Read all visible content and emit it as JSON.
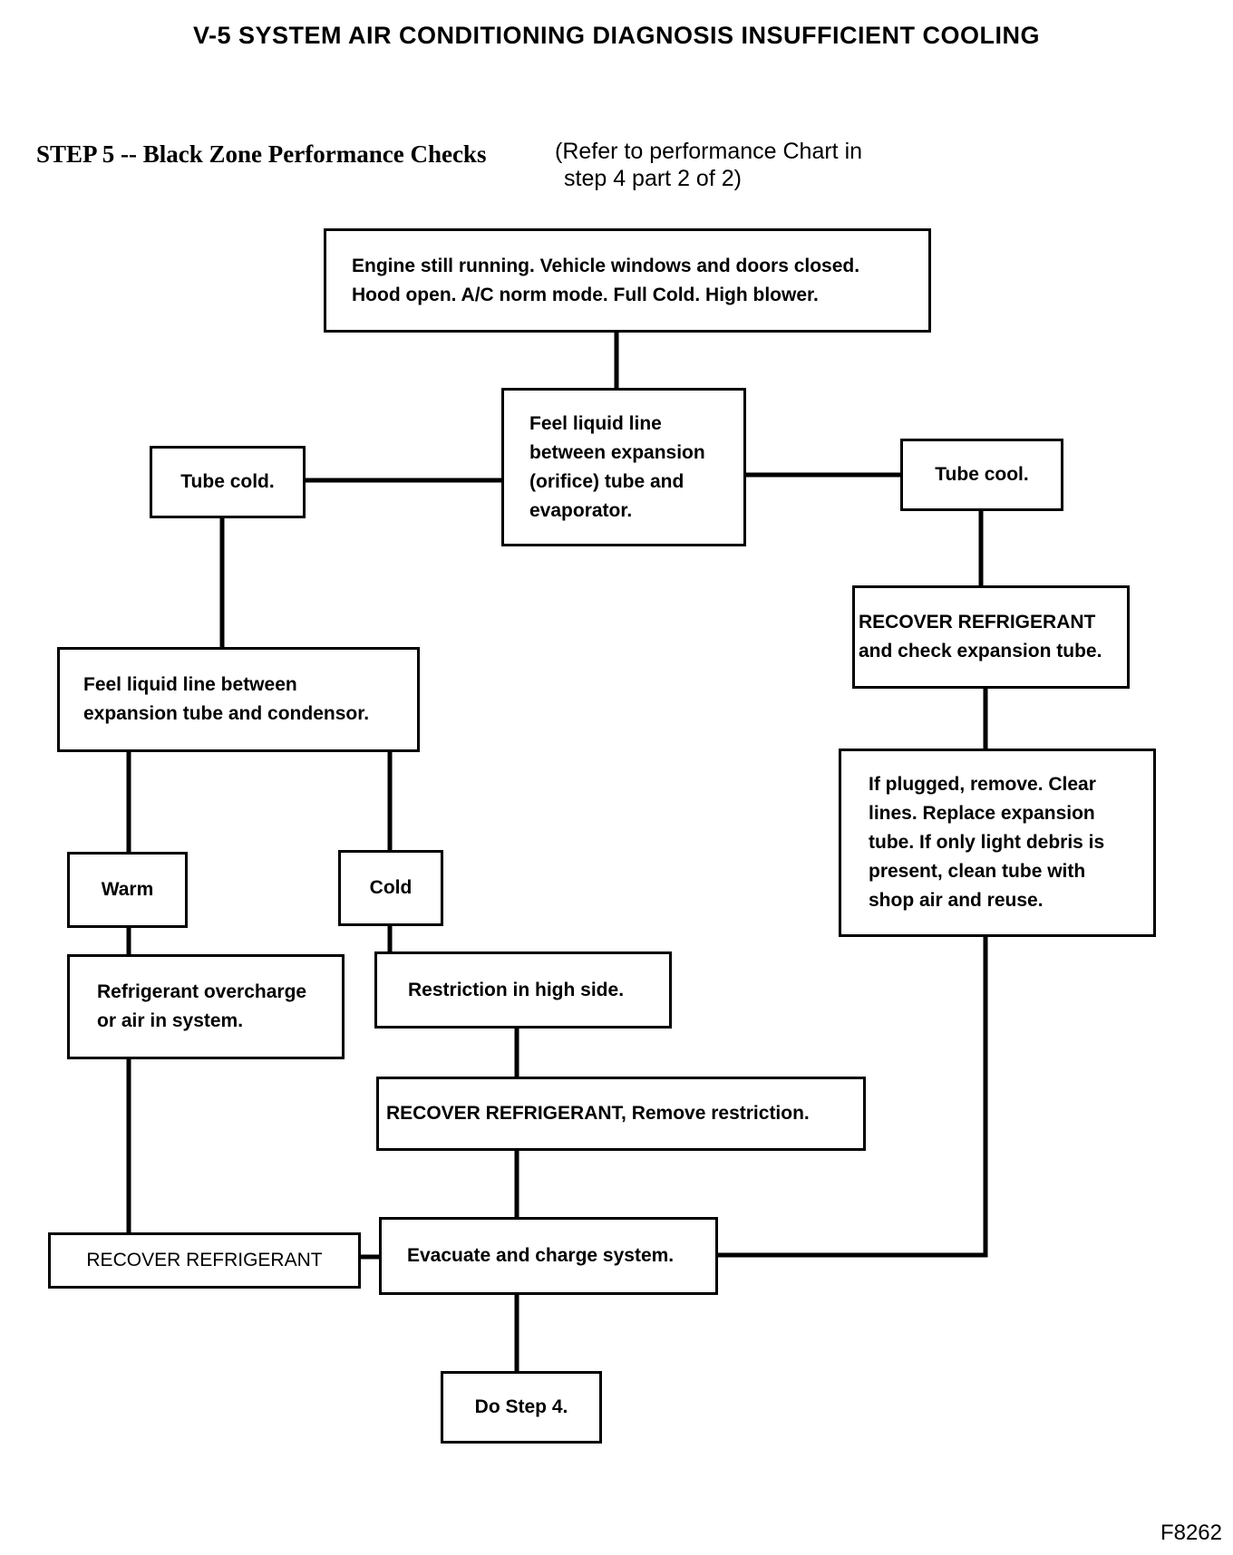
{
  "title": "V-5 SYSTEM AIR CONDITIONING DIAGNOSIS INSUFFICIENT COOLING",
  "step_heading": "STEP 5 -- Black Zone Performance Checks",
  "step_note": {
    "line1": "(Refer to performance Chart in",
    "line2": "step 4  part 2 of 2)"
  },
  "nodes": {
    "start": "Engine still running. Vehicle windows and doors closed.\nHood open. A/C norm mode. Full Cold. High blower.",
    "feel_evap": "Feel liquid line\nbetween expansion\n(orifice) tube and\nevaporator.",
    "tube_cold": "Tube cold.",
    "tube_cool": "Tube cool.",
    "recover_check_tube": "RECOVER REFRIGERANT\nand check expansion tube.",
    "plugged": "If plugged, remove. Clear\nlines. Replace expansion\ntube. If only light debris is\npresent, clean tube with\nshop air and reuse.",
    "feel_cond": "Feel liquid line between\nexpansion tube and condensor.",
    "warm": "Warm",
    "cold": "Cold",
    "overcharge": "Refrigerant overcharge\nor air in system.",
    "restriction": "Restriction in high side.",
    "recover_remove": "RECOVER REFRIGERANT, Remove restriction.",
    "recover": "RECOVER REFRIGERANT",
    "evacuate": "Evacuate and charge system.",
    "do_step4": "Do Step 4."
  },
  "figure_id": "F8262"
}
